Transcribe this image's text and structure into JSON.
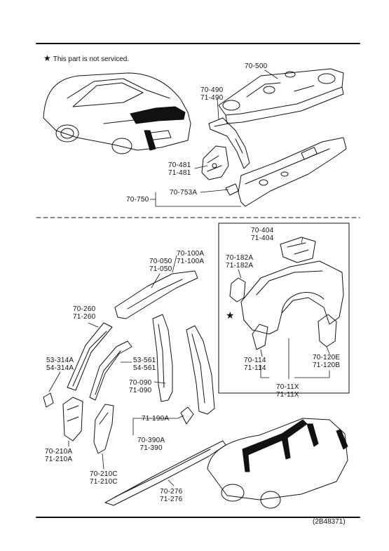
{
  "note": {
    "star": "★",
    "text": "This part is not serviced."
  },
  "star_marker": "★",
  "drawing_code": "(2B48371)",
  "top_section": {
    "labels": [
      {
        "id": "l-70-500",
        "lines": [
          "70-500"
        ]
      },
      {
        "id": "l-70-490",
        "lines": [
          "70-490",
          "71-490"
        ]
      },
      {
        "id": "l-70-481",
        "lines": [
          "70-481",
          "71-481"
        ]
      },
      {
        "id": "l-70-753A",
        "lines": [
          "70-753A"
        ]
      },
      {
        "id": "l-70-750",
        "lines": [
          "70-750"
        ]
      }
    ]
  },
  "bottom_section": {
    "labels": [
      {
        "id": "l-70-404",
        "lines": [
          "70-404",
          "71-404"
        ]
      },
      {
        "id": "l-70-100A",
        "lines": [
          "70-100A",
          "71-100A"
        ]
      },
      {
        "id": "l-70-050",
        "lines": [
          "70-050",
          "71-050"
        ]
      },
      {
        "id": "l-70-182A",
        "lines": [
          "70-182A",
          "71-182A"
        ]
      },
      {
        "id": "l-70-260",
        "lines": [
          "70-260",
          "71-260"
        ]
      },
      {
        "id": "l-53-314A",
        "lines": [
          "53-314A",
          "54-314A"
        ]
      },
      {
        "id": "l-53-561",
        "lines": [
          "53-561",
          "54-561"
        ]
      },
      {
        "id": "l-70-090",
        "lines": [
          "70-090",
          "71-090"
        ]
      },
      {
        "id": "l-70-114",
        "lines": [
          "70-114",
          "71-114"
        ]
      },
      {
        "id": "l-70-120E",
        "lines": [
          "70-120E",
          "71-120B"
        ]
      },
      {
        "id": "l-70-11X",
        "lines": [
          "70-11X",
          "71-11X"
        ]
      },
      {
        "id": "l-71-190A",
        "lines": [
          "71-190A"
        ]
      },
      {
        "id": "l-70-390A",
        "lines": [
          "70-390A",
          "71-390"
        ]
      },
      {
        "id": "l-70-210A",
        "lines": [
          "70-210A",
          "71-210A"
        ]
      },
      {
        "id": "l-70-210C",
        "lines": [
          "70-210C",
          "71-210C"
        ]
      },
      {
        "id": "l-70-276",
        "lines": [
          "70-276",
          "71-276"
        ]
      }
    ]
  }
}
